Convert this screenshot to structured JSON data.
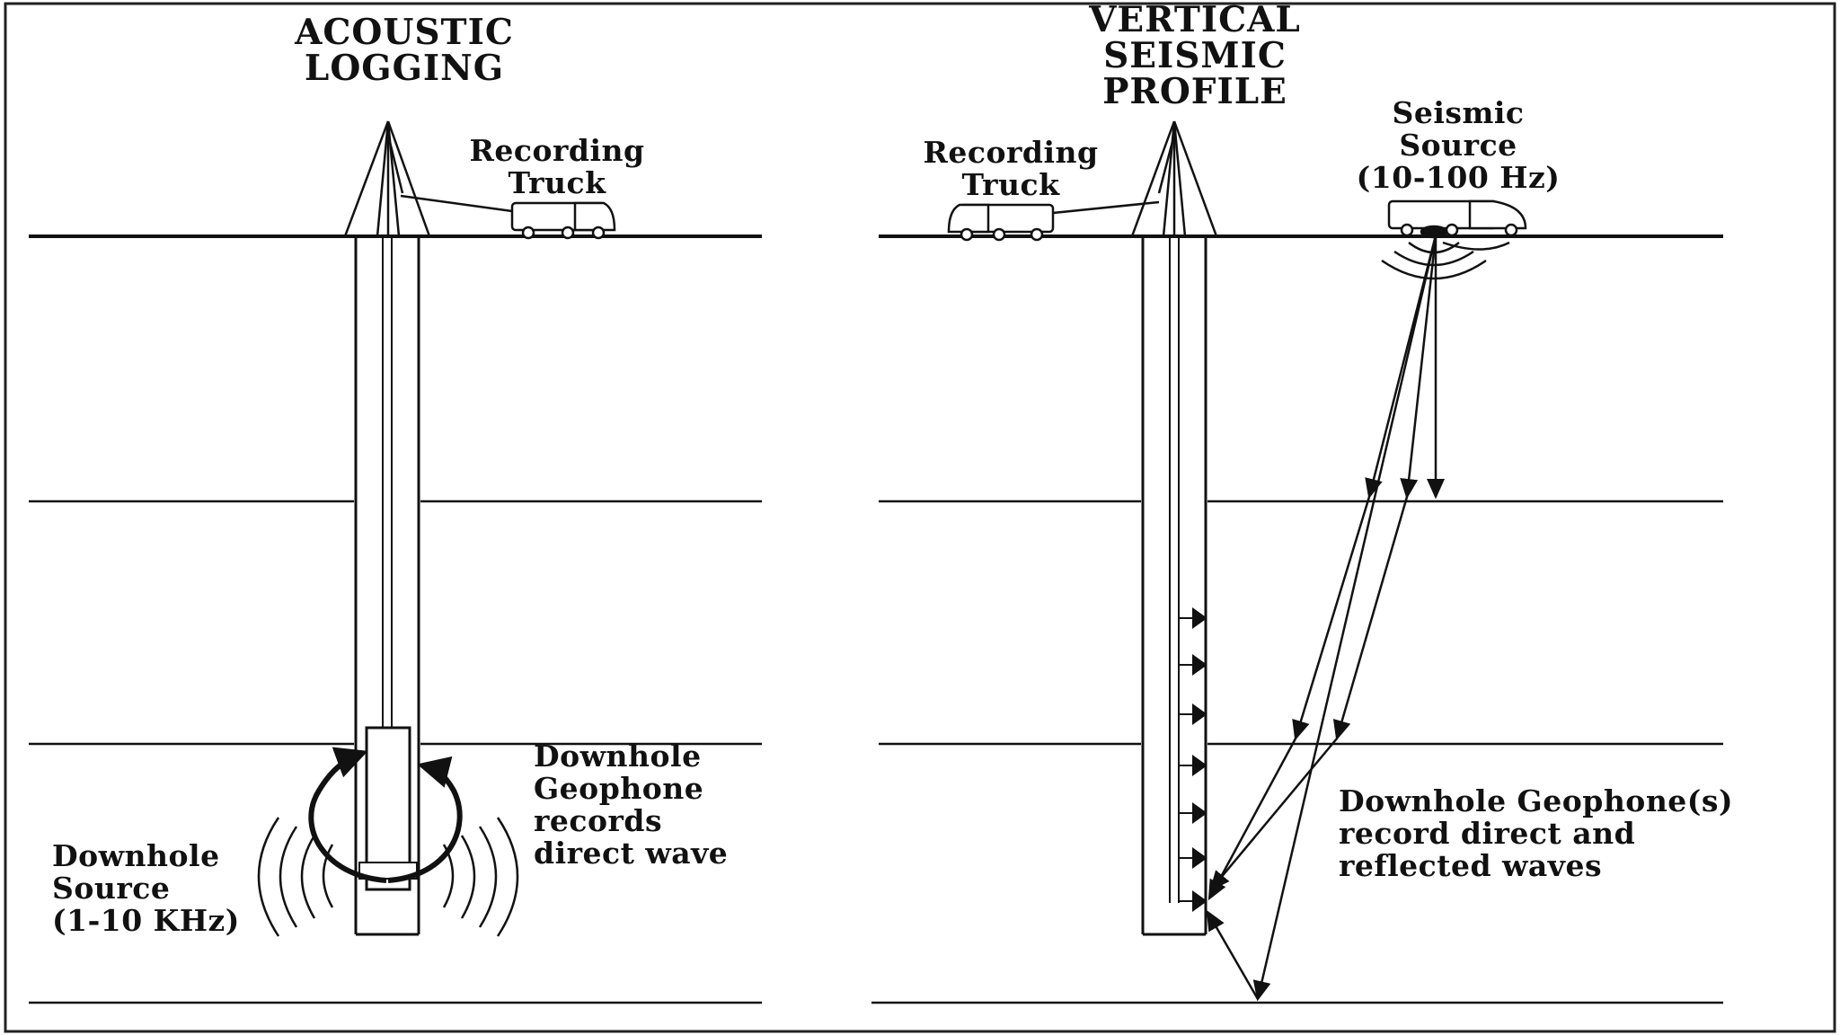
{
  "colors": {
    "background": "#ffffff",
    "ink": "#111111"
  },
  "left_panel": {
    "title": [
      "ACOUSTIC",
      "LOGGING"
    ],
    "truck_label": [
      "Recording",
      "Truck"
    ],
    "geophone_label": [
      "Downhole",
      "Geophone",
      "records",
      "direct wave"
    ],
    "source_label": [
      "Downhole",
      "Source",
      "(1-10 KHz)"
    ]
  },
  "right_panel": {
    "title": [
      "VERTICAL",
      "SEISMIC",
      "PROFILE"
    ],
    "truck_label": [
      "Recording",
      "Truck"
    ],
    "source_label": [
      "Seismic",
      "Source",
      "(10-100 Hz)"
    ],
    "geophone_label": [
      "Downhole Geophone(s)",
      "record direct and",
      "reflected waves"
    ]
  }
}
